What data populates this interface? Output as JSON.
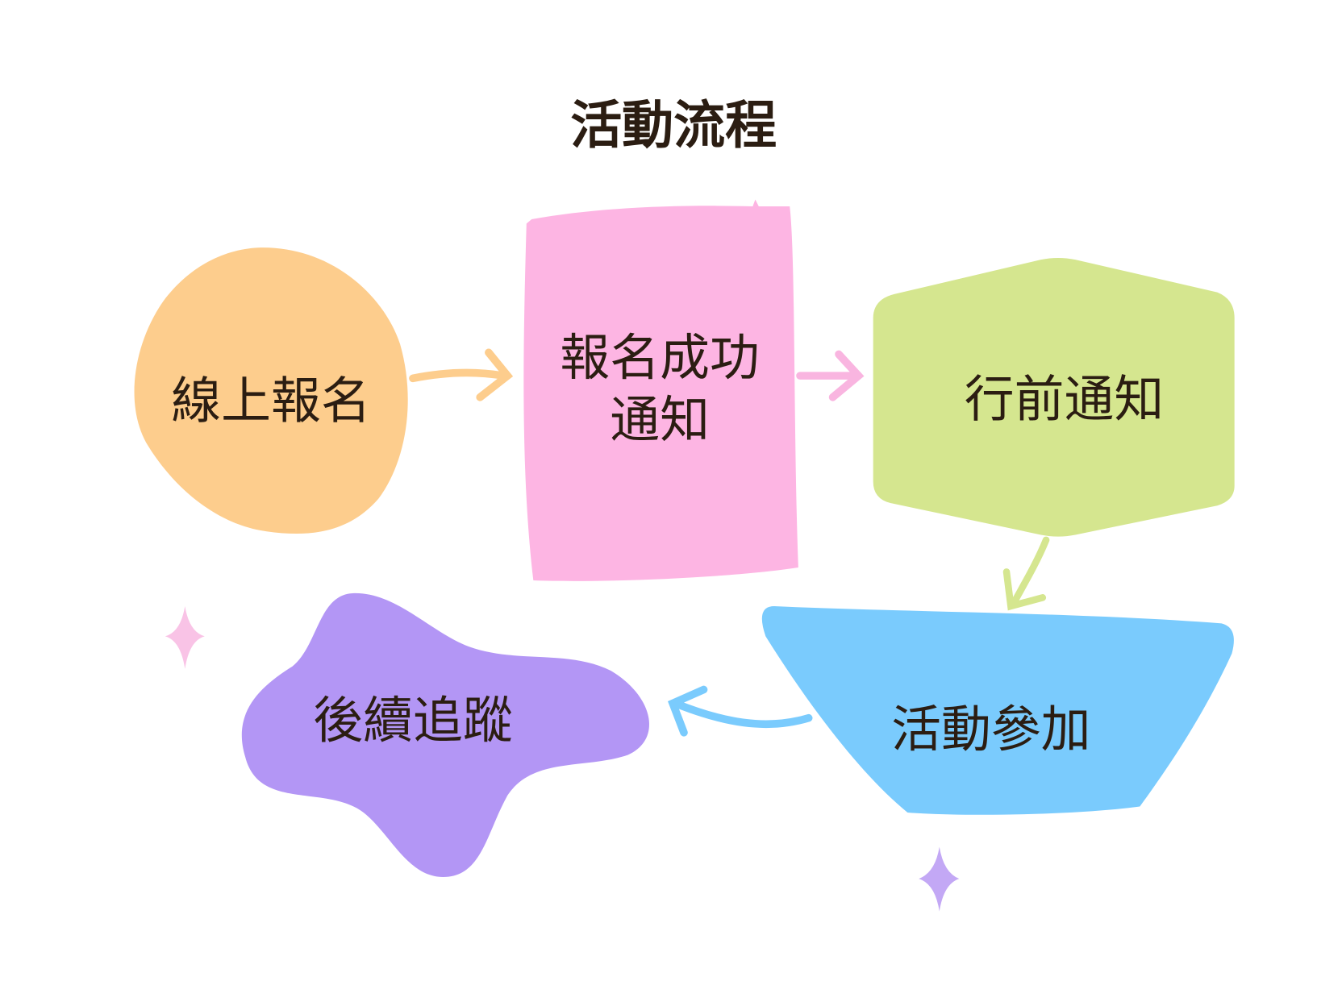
{
  "title": "活動流程",
  "steps": [
    {
      "label": "線上報名",
      "color": "#FDCD8D"
    },
    {
      "label_line1": "報名成功",
      "label_line2": "通知",
      "color": "#FDB5E3"
    },
    {
      "label": "行前通知",
      "color": "#D5E68F"
    },
    {
      "label": "活動參加",
      "color": "#7ACBFD"
    },
    {
      "label": "後續追蹤",
      "color": "#B396F5"
    }
  ],
  "sparkle_colors": [
    "#F9C3E6",
    "#C3A8F5"
  ]
}
